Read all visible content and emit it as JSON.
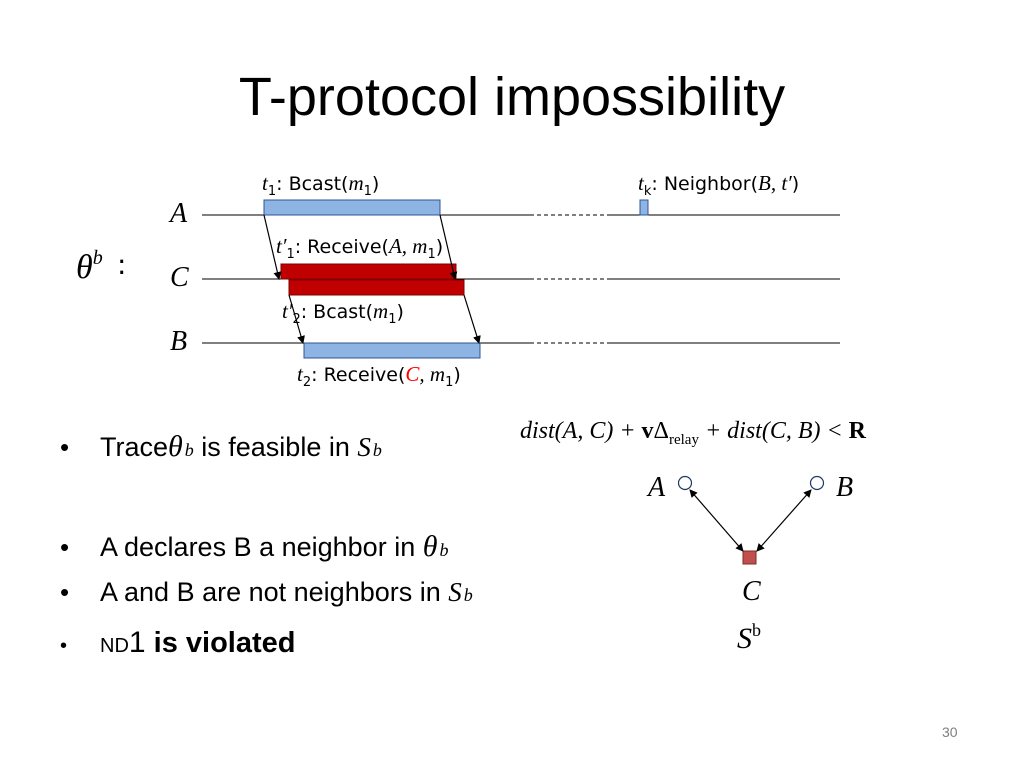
{
  "title": "T-protocol impossibility",
  "timeline": {
    "trace_symbol": "θ",
    "trace_sup": "b",
    "colon": ":",
    "nodes": [
      "A",
      "C",
      "B"
    ],
    "event_a_bcast": {
      "time": "t",
      "sub": "1",
      "action": ": Bcast(",
      "arg": "m",
      "arg_sub": "1",
      "close": ")"
    },
    "event_a_neighbor": {
      "time": "t",
      "sub": "k",
      "action": ": Neighbor(",
      "arg": "B, t′",
      "close": ")"
    },
    "event_c_receive": {
      "time": "t′",
      "sub": "1",
      "action": ": Receive(",
      "arg": "A, m",
      "arg_sub": "1",
      "close": ")"
    },
    "event_c_bcast": {
      "time": "t′",
      "sub": "2",
      "action": ": Bcast(",
      "arg": "m",
      "arg_sub": "1",
      "close": ")"
    },
    "event_b_receive": {
      "time": "t",
      "sub": "2",
      "action": ": Receive(",
      "arg_red": "C",
      "arg": ", m",
      "arg_sub": "1",
      "close": ")"
    }
  },
  "formula": {
    "part1": "dist(A, C) + ",
    "v": "v",
    "delta": "Δ",
    "delta_sub": "relay",
    "part2": " + dist(C, B) < ",
    "R": "R"
  },
  "topology": {
    "nodes": [
      "A",
      "B",
      "C"
    ],
    "system_symbol": "S",
    "system_sup": "b"
  },
  "bullets": {
    "b1": {
      "text1": "Trace ",
      "theta": "θ",
      "sup": "b",
      "text2": " is feasible in ",
      "S": "S",
      "S_sup": "b"
    },
    "b2": {
      "text": "A declares B a neighbor in ",
      "theta": "θ",
      "sup": "b"
    },
    "b3": {
      "text": "A and B are not neighbors in ",
      "S": "S",
      "S_sup": "b"
    },
    "b4": {
      "small": "ND",
      "one": "1",
      "bold": " is violated"
    }
  },
  "page_number": "30",
  "colors": {
    "blue_fill": "#8db4e2",
    "blue_stroke": "#2f5597",
    "red_fill": "#c00000",
    "red_stroke": "#7f0000",
    "node_c": "#c0504d",
    "node_stroke": "#1f3864",
    "accent_red": "#ff0000"
  }
}
